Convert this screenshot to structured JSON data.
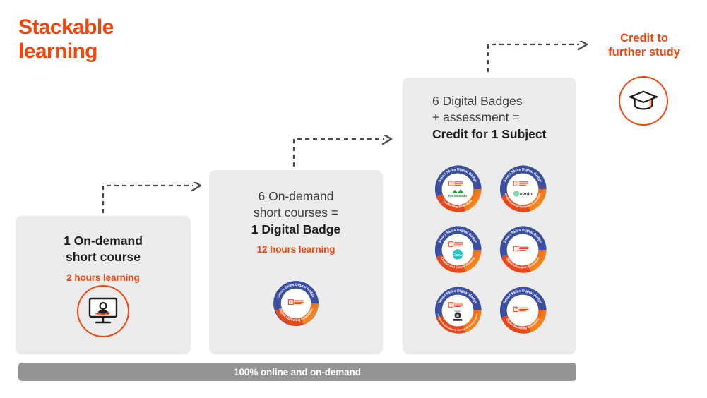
{
  "title": "Stackable\nlearning",
  "colors": {
    "accent_orange": "#F4450C",
    "card_gray": "#ECECEC",
    "bar_gray": "#949494",
    "text_dark": "#2B2B2B",
    "badge_blue": "#3B4FA0",
    "badge_orange": "#E8491C",
    "badge_yellow": "#F9A21B"
  },
  "steps": [
    {
      "id": "step-1",
      "line1": "1 On-demand",
      "line2": "short course",
      "hours": "2 hours learning",
      "icon": "monitor-person-icon"
    },
    {
      "id": "step-2",
      "line1": "6 On-demand",
      "line2": "short courses =",
      "line3": "1 Digital Badge",
      "hours": "12 hours learning",
      "badge": {
        "ring_top_text": "Smart Skills Digital Badge",
        "ring_bottom_text": "Digital Marketing Essentials",
        "center_logo": "torrens-university-australia-logo",
        "partner_logo": ""
      }
    },
    {
      "id": "step-3",
      "line1": "6 Digital Badges",
      "line2": "+ assessment =",
      "line3": "Credit for 1 Subject",
      "badges": [
        {
          "ring_top_text": "Smart Skills Digital Badge",
          "ring_bottom_text": "Leadership Essentials",
          "center_logo": "torrens-university-australia-logo",
          "partner_logo": "kathmandu-logo",
          "partner_label": "Kathmandu"
        },
        {
          "ring_top_text": "Smart Skills Digital Badge",
          "ring_bottom_text": "Professional & Workplace Essentials",
          "center_logo": "torrens-university-australia-logo",
          "partner_logo": "evolo-logo",
          "partner_label": "evolo"
        },
        {
          "ring_top_text": "Smart Skills Digital Badge",
          "ring_bottom_text": "Creative and Critical Thinking",
          "center_logo": "torrens-university-australia-logo",
          "partner_logo": "canva-logo",
          "partner_label": "Canva"
        },
        {
          "ring_top_text": "Smart Skills Digital Badge",
          "ring_bottom_text": "Digital Innovation Essentials",
          "center_logo": "torrens-university-australia-logo",
          "partner_logo": "",
          "partner_label": ""
        },
        {
          "ring_top_text": "Smart Skills Digital Badge",
          "ring_bottom_text": "Leading Organisational Change & Driving Impact",
          "center_logo": "torrens-university-australia-logo",
          "partner_logo": "bcorp-logo",
          "partner_label": "B Corp"
        },
        {
          "ring_top_text": "Smart Skills Digital Badge",
          "ring_bottom_text": "Digital Marketing Essentials",
          "center_logo": "torrens-university-australia-logo",
          "partner_logo": "",
          "partner_label": ""
        }
      ]
    }
  ],
  "credit": {
    "label": "Credit to\nfurther study",
    "icon": "graduation-cap-icon"
  },
  "bottom_bar": {
    "label": "100% online and on-demand"
  },
  "arrows": [
    {
      "name": "arrow-step1-to-step2"
    },
    {
      "name": "arrow-step2-to-step3"
    },
    {
      "name": "arrow-step3-to-credit"
    }
  ]
}
